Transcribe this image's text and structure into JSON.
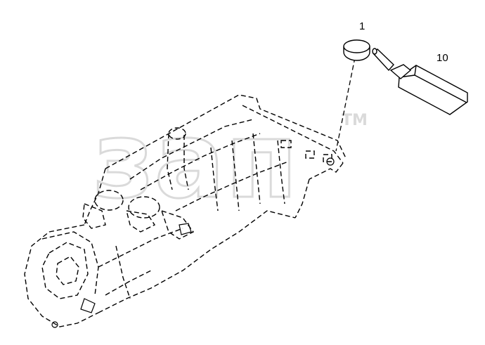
{
  "callouts": {
    "part_1": "1",
    "part_10": "10"
  },
  "watermark": {
    "text": "зап",
    "mark": "TM",
    "color": "#c8c8c8"
  },
  "line_color": "#000000"
}
